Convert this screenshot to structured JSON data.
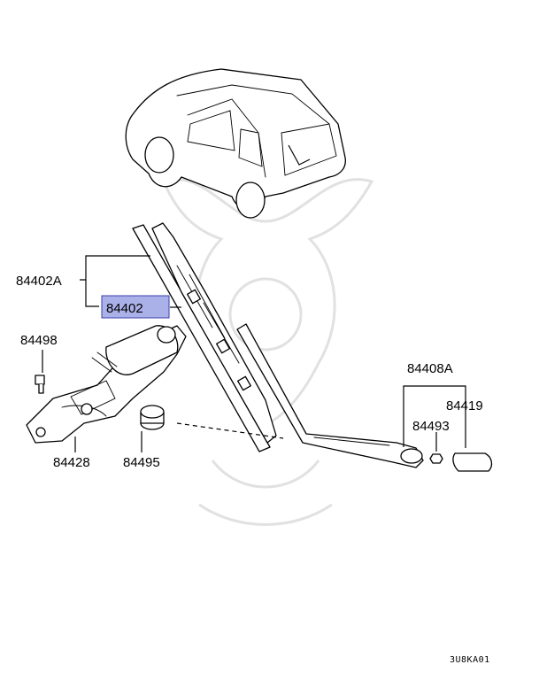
{
  "callouts": {
    "c84402A": "84402A",
    "c84402": "84402",
    "c84498": "84498",
    "c84428": "84428",
    "c84495": "84495",
    "c84408A": "84408A",
    "c84419": "84419",
    "c84493": "84493"
  },
  "diagram_code": "3U8KA01",
  "colors": {
    "highlight_fill": "#aab0e8",
    "highlight_stroke": "#3a3fa8",
    "line": "#000000"
  }
}
